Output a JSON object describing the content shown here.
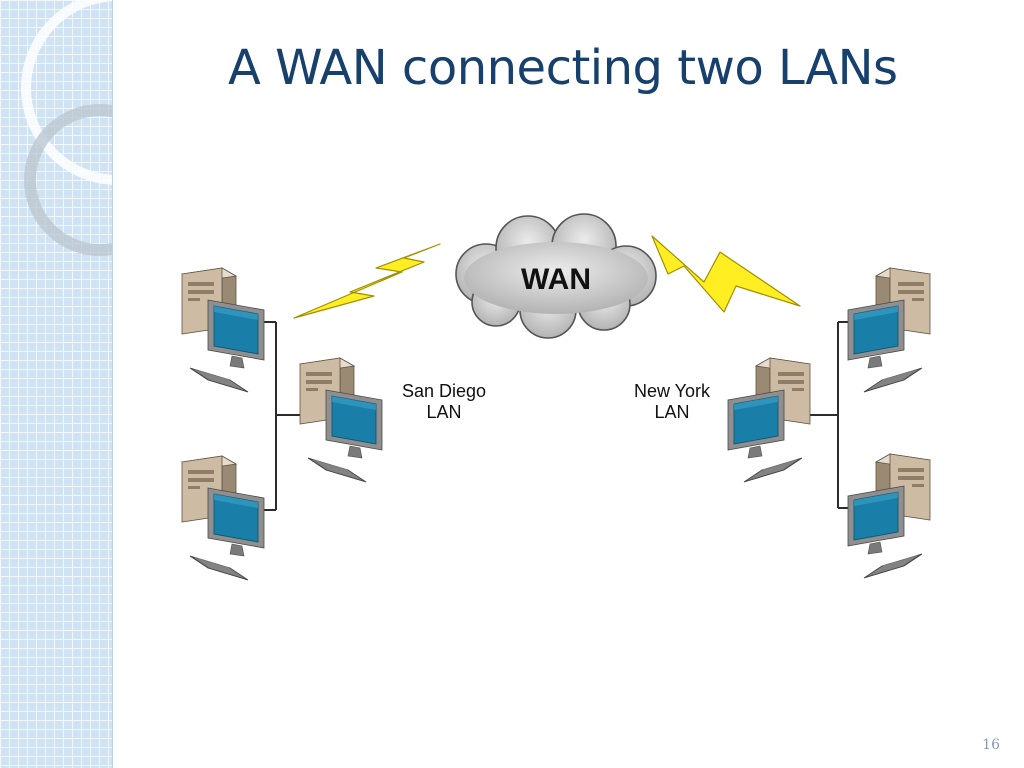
{
  "slide": {
    "title": "A WAN connecting two LANs",
    "page_number": "16"
  },
  "diagram": {
    "wan_label": "WAN",
    "lans": [
      {
        "name_line1": "San Diego",
        "name_line2": "LAN"
      },
      {
        "name_line1": "New York",
        "name_line2": "LAN"
      }
    ]
  },
  "colors": {
    "title": "#17406d",
    "sidebar": "#cfe3f4",
    "cloud": "#b8b8b8",
    "lightning": "#ffee22",
    "monitor_screen": "#1a7fa8",
    "computer_case": "#cdbca3"
  }
}
